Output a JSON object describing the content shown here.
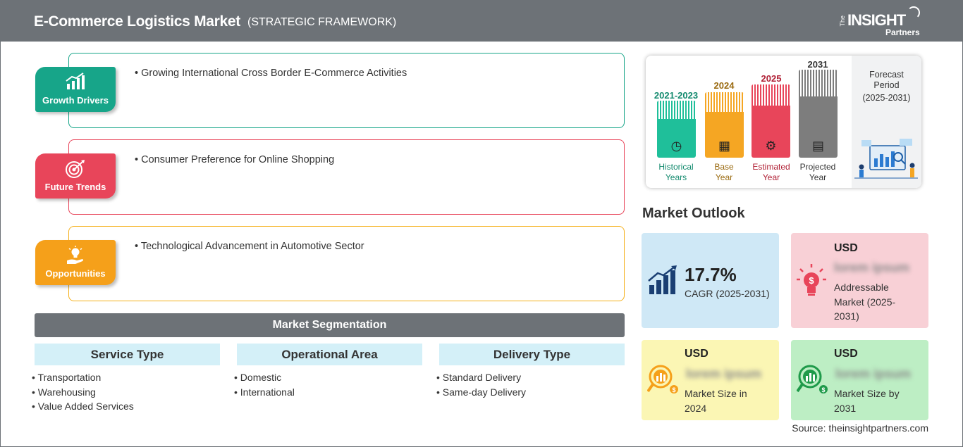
{
  "header": {
    "title": "E-Commerce Logistics Market",
    "subtitle": "(STRATEGIC FRAMEWORK)",
    "logo_the": "The",
    "logo_insight": "INSIGHT",
    "logo_partners": "Partners"
  },
  "framework": [
    {
      "label": "Growth Drivers",
      "bullet": "• Growing International Cross Border E-Commerce Activities",
      "color": "#17a589",
      "icon": "growth-chart-icon"
    },
    {
      "label": "Future Trends",
      "bullet": "• Consumer Preference for Online Shopping",
      "color": "#e8455a",
      "icon": "target-icon"
    },
    {
      "label": "Opportunities",
      "bullet": "• Technological Advancement in Automotive Sector",
      "color": "#f5a01a",
      "icon": "lightbulb-hand-icon"
    }
  ],
  "segmentation": {
    "title": "Market Segmentation",
    "columns": [
      {
        "heading": "Service Type",
        "items": [
          "• Transportation",
          "• Warehousing",
          "• Value Added Services"
        ]
      },
      {
        "heading": "Operational Area",
        "items": [
          "• Domestic",
          "• International"
        ]
      },
      {
        "heading": "Delivery Type",
        "items": [
          "• Standard Delivery",
          "• Same-day Delivery"
        ]
      }
    ]
  },
  "timeline": {
    "forecast_label": "Forecast Period",
    "forecast_period": "(2025-2031)",
    "bars": [
      {
        "year": "2021-2023",
        "label1": "Historical",
        "label2": "Years",
        "color": "#1fbf9a",
        "text_color": "#138a6e"
      },
      {
        "year": "2024",
        "label1": "Base",
        "label2": "Year",
        "color": "#f5a623",
        "text_color": "#9a6a10"
      },
      {
        "year": "2025",
        "label1": "Estimated",
        "label2": "Year",
        "color": "#e8455a",
        "text_color": "#b02035"
      },
      {
        "year": "2031",
        "label1": "Projected",
        "label2": "Year",
        "color": "#7d7d7d",
        "text_color": "#333333"
      }
    ]
  },
  "outlook": {
    "title": "Market Outlook",
    "cagr_value": "17.7%",
    "cagr_label": "CAGR (2025-2031)",
    "addressable_usd": "USD",
    "addressable_value": "lorem ipsum",
    "addressable_label": "Addressable Market (2025-2031)",
    "size2024_usd": "USD",
    "size2024_value": "lorem ipsum",
    "size2024_label": "Market Size in 2024",
    "size2031_usd": "USD",
    "size2031_value": "lorem ipsum",
    "size2031_label": "Market Size by 2031"
  },
  "source": "Source: theinsightpartners.com"
}
